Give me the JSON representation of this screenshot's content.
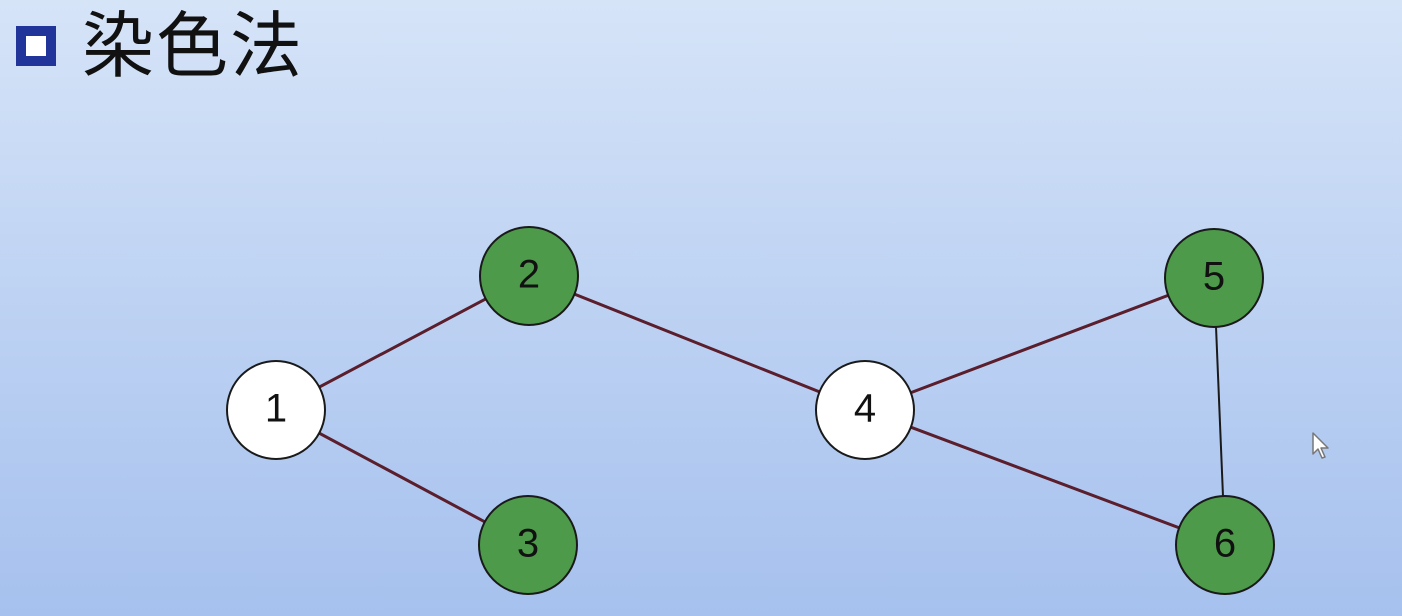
{
  "slide": {
    "title": "染色法",
    "bullet_color": "#21349a"
  },
  "graph": {
    "colors": {
      "white_node": "#ffffff",
      "green_node": "#4c9a4a",
      "node_border": "#1a1a1a",
      "edge_red": "#5a1e2c",
      "edge_black": "#1a1a1a"
    },
    "nodes": [
      {
        "id": "1",
        "label": "1",
        "fill": "white"
      },
      {
        "id": "2",
        "label": "2",
        "fill": "green"
      },
      {
        "id": "3",
        "label": "3",
        "fill": "green"
      },
      {
        "id": "4",
        "label": "4",
        "fill": "white"
      },
      {
        "id": "5",
        "label": "5",
        "fill": "green"
      },
      {
        "id": "6",
        "label": "6",
        "fill": "green"
      }
    ],
    "edges": [
      {
        "from": "1",
        "to": "2",
        "color": "red"
      },
      {
        "from": "1",
        "to": "3",
        "color": "red"
      },
      {
        "from": "2",
        "to": "4",
        "color": "red"
      },
      {
        "from": "4",
        "to": "5",
        "color": "red"
      },
      {
        "from": "4",
        "to": "6",
        "color": "red"
      },
      {
        "from": "5",
        "to": "6",
        "color": "black"
      }
    ]
  }
}
